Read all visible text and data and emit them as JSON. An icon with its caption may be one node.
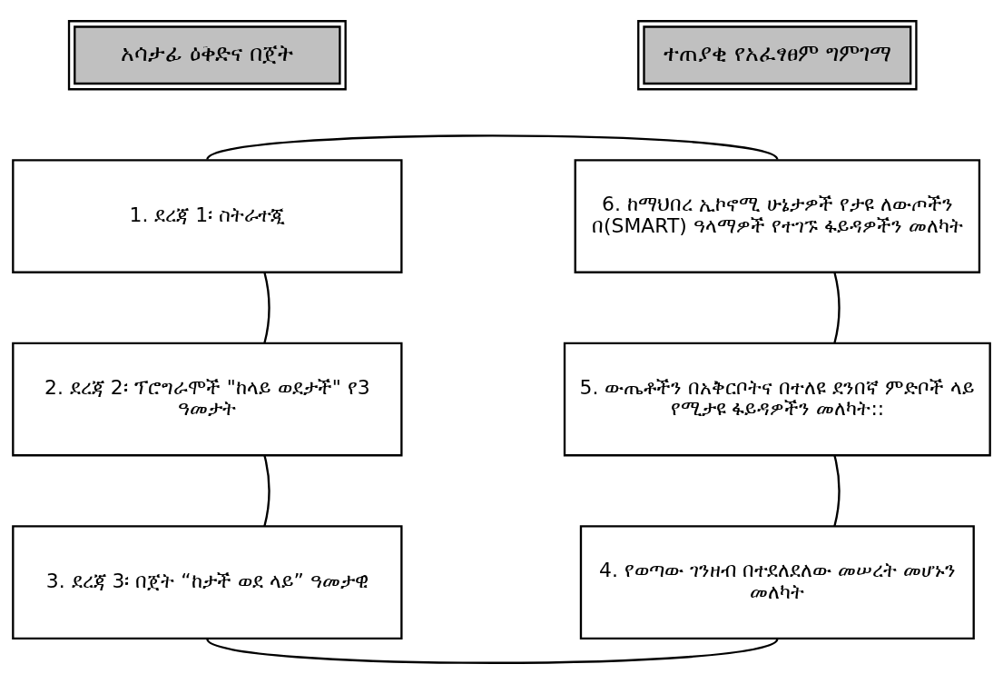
{
  "diagram": {
    "nodes": [
      {
        "text": [
          "አሳታፊ ዕቅድና በጀት"
        ]
      },
      {
        "text": [
          "ተጠያቂ የአፈፃፀም ግምገማ"
        ]
      },
      {
        "text": [
          "1. ደረጃ 1፡ ስትራተጂ"
        ]
      },
      {
        "text": [
          "2. ደረጃ 2፡ ፕሮግራሞች \"ከላይ ወደታች\" የ3 ዓመታት"
        ]
      },
      {
        "text": [
          "3. ደረጃ 3፡ በጀት “ከታች ወደ ላይ” ዓመታዊ"
        ]
      },
      {
        "text": [
          "4. የወጣው ገንዘብ በተደለደለው መሠረት መሆኑን መለካት"
        ]
      },
      {
        "text": [
          "5. ውጤቶችን በአቅርቦትና በተለዩ ደንበኛ ምድቦች ላይ የሚታዩ ፋይዳዎችን መለካት::"
        ]
      },
      {
        "text": [
          "6. ከማህበረ ኢኮኖሚ ሁኔታዎች የታዩ ለውጦችን በ(SMART) ዓላማዎች የተገኙ ፋይዳዎችን መለካት"
        ]
      }
    ],
    "edges": [
      {
        "from": 2,
        "to": 7,
        "arrow": "none"
      },
      {
        "from": 2,
        "to": 3,
        "arrow": "none"
      },
      {
        "from": 3,
        "to": 4,
        "arrow": "none"
      },
      {
        "from": 4,
        "to": 5,
        "arrow": "none"
      },
      {
        "from": 7,
        "to": 6,
        "arrow": "none"
      },
      {
        "from": 6,
        "to": 5,
        "arrow": "none"
      }
    ]
  }
}
